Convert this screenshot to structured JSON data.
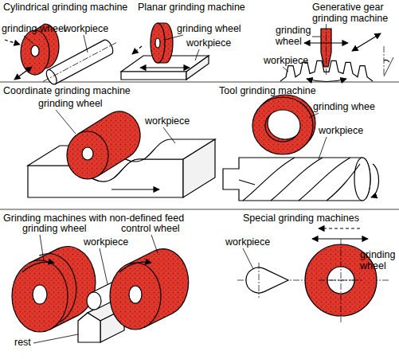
{
  "diagram": {
    "nodes": [
      {
        "text": [
          "Cylindrical grinding machine"
        ]
      },
      {
        "text": [
          "Planar grinding machine"
        ]
      },
      {
        "text": [
          "Generative gear grinding machine"
        ]
      },
      {
        "text": [
          "Coordinate grinding machine"
        ]
      },
      {
        "text": [
          "Tool grinding machine"
        ]
      },
      {
        "text": [
          "Grinding machines with non-defined feed"
        ]
      },
      {
        "text": [
          "Special grinding machines"
        ]
      }
    ],
    "labels": [
      "grinding wheel",
      "workpiece",
      "grinding wheel",
      "workpiece",
      "grinding wheel",
      "workpiece",
      "grinding wheel",
      "workpiece",
      "grinding whee",
      "workpiece",
      "grinding wheel",
      "workpiece",
      "control wheel",
      "rest",
      "workpiece",
      "grinding wheel"
    ]
  }
}
